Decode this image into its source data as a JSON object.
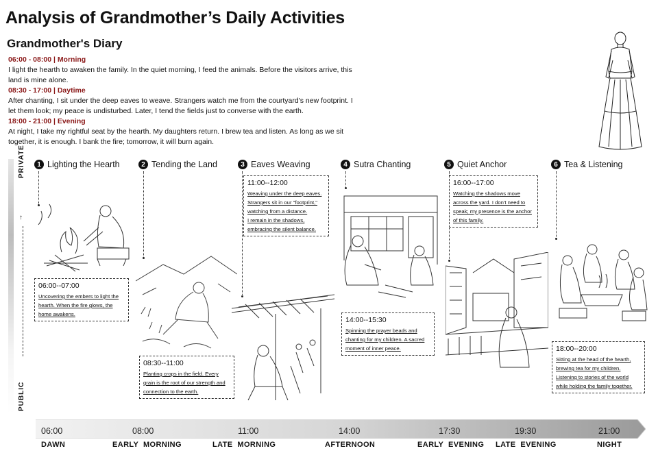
{
  "title": "Analysis of Grandmother’s Daily Activities",
  "diary": {
    "title": "Grandmother's Diary",
    "entries": [
      {
        "heading": "06:00 - 08:00 | Morning",
        "text": "I light the hearth to awaken the family. In the quiet morning, I feed the animals. Before the visitors arrive, this land is mine alone."
      },
      {
        "heading": "08:30 - 17:00 | Daytime",
        "text": "After chanting, I sit under the deep eaves to weave. Strangers watch me from the courtyard's new footprint. I let them look; my peace is undisturbed. Later, I tend the fields just to converse with the earth."
      },
      {
        "heading": "18:00 - 21:00 | Evening",
        "text": "At night, I take my rightful seat by the hearth. My daughters return. I brew tea and listen. As long as we sit together, it is enough. I bank the fire; tomorrow, it will burn again."
      }
    ]
  },
  "axis": {
    "private_label": "PRIVATE",
    "public_label": "PUBLIC"
  },
  "activities": [
    {
      "num": "1",
      "name": "Lighting the Hearth",
      "time": "06:00--07:00",
      "desc": [
        "Uncovering the embers to light the",
        "hearth. When the fire glows, the",
        "home awakens."
      ],
      "privacy": 0.74
    },
    {
      "num": "2",
      "name": "Tending the Land",
      "time": "08:30--11:00",
      "desc": [
        "Planting crops in the field. Every",
        "grain is the root of our strength and",
        "connection to the earth."
      ],
      "privacy": 0.2
    },
    {
      "num": "3",
      "name": "Eaves Weaving",
      "time": "11:00--12:00",
      "desc": [
        "Weaving under the deep eaves.",
        "Strangers sit in our \"footprint,\"",
        "watching from a distance.",
        "I remain in the shadows,",
        "embracing the silent balance."
      ],
      "privacy": 0.85
    },
    {
      "num": "4",
      "name": "Sutra Chanting",
      "time": "14:00--15:30",
      "desc": [
        "Spinning the prayer beads and",
        "chanting for my children. A sacred",
        "moment of inner peace."
      ],
      "privacy": 0.35
    },
    {
      "num": "5",
      "name": "Quiet Anchor",
      "time": "16:00--17:00",
      "desc": [
        "Watching the shadows move",
        "across the yard. I don't need to",
        "speak; my presence is the anchor",
        "of this family."
      ],
      "privacy": 0.82
    },
    {
      "num": "6",
      "name": "Tea & Listening",
      "time": "18:00--20:00",
      "desc": [
        "Sitting at the head of the hearth,",
        "brewing tea for my children.",
        "Listening to stories of the world",
        "while holding the family together."
      ],
      "privacy": 0.3
    }
  ],
  "timeline": {
    "ticks": [
      "06:00",
      "08:00",
      "11:00",
      "14:00",
      "17:30",
      "19:30",
      "21:00"
    ],
    "periods": [
      "DAWN",
      "EARLY  MORNING",
      "LATE  MORNING",
      "AFTERNOON",
      "EARLY  EVENING",
      "LATE  EVENING",
      "NIGHT"
    ]
  }
}
